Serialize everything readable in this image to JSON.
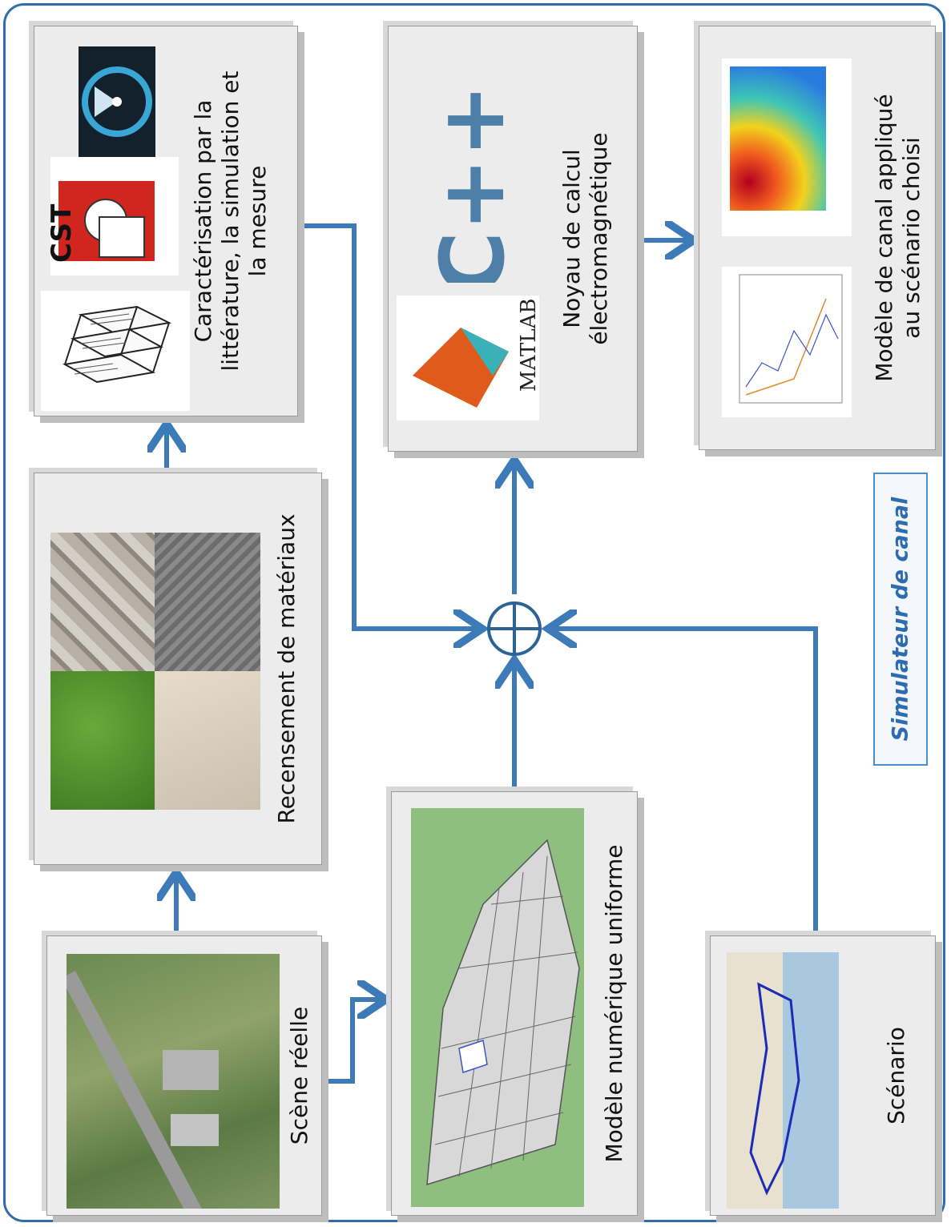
{
  "diagram": {
    "frame_label": "Simulateur de canal",
    "boxes": {
      "scene": {
        "title": "Scène réelle"
      },
      "materials": {
        "title": "Recensement de matériaux"
      },
      "characterization": {
        "lines": [
          "Caractérisation par la",
          "littérature, la simulation et",
          "la mesure"
        ]
      },
      "dem": {
        "title": "Modèle numérique uniforme"
      },
      "core": {
        "lines": [
          "Noyau de calcul",
          "électromagnétique"
        ]
      },
      "scenario": {
        "title": "Scénario"
      },
      "model": {
        "lines": [
          "Modèle de canal appliqué",
          "au scénario choisi"
        ]
      }
    },
    "logos": {
      "cst": "CST",
      "matlab": "MATLAB",
      "cpp": "C++"
    }
  },
  "colors": {
    "arrow": "#3d7ab8",
    "frame": "#2f6ea8",
    "label": "#2e6cb0",
    "box_fill": "#ececec"
  },
  "icons": [
    "book-icon",
    "cst-logo",
    "radar-icon",
    "matlab-logo",
    "cpp-logo"
  ]
}
